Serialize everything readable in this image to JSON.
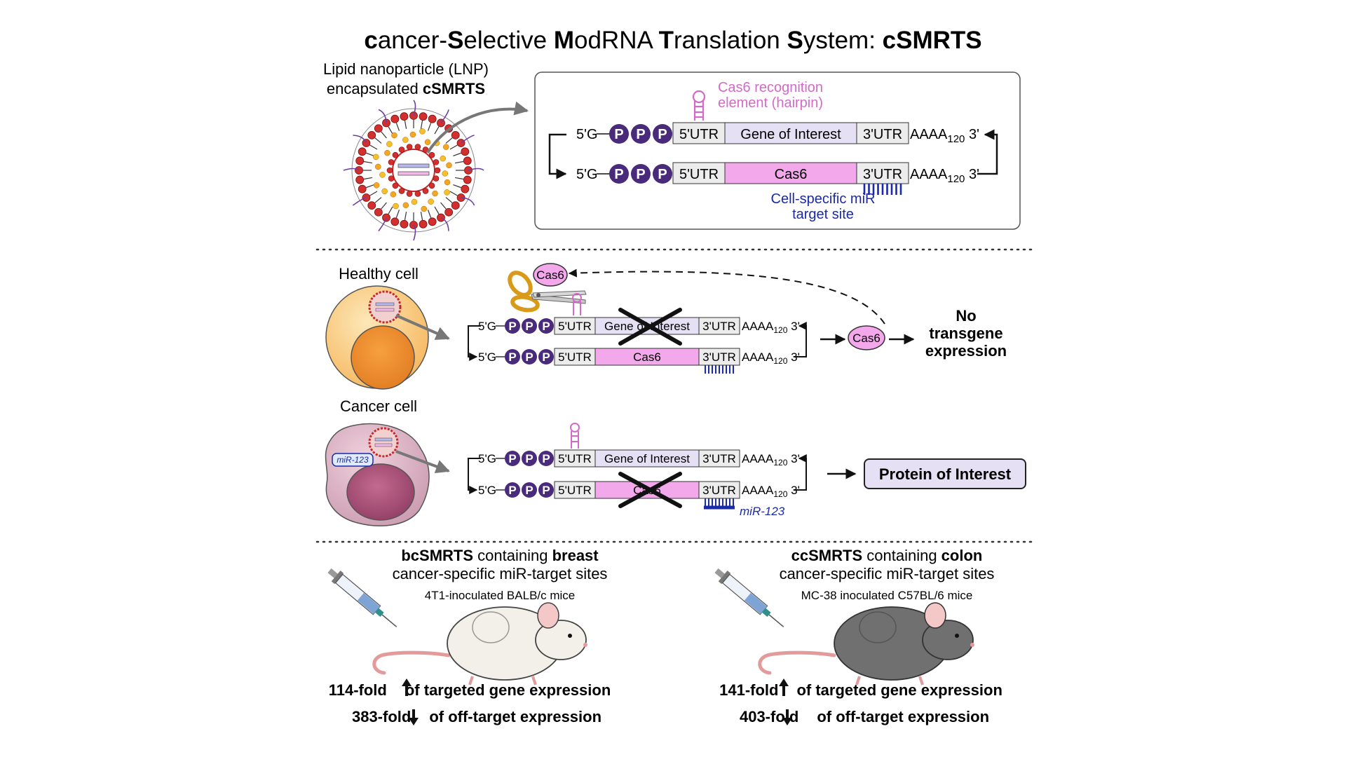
{
  "title": {
    "p1": "c",
    "p2": "ancer-",
    "p3": "S",
    "p4": "elective ",
    "p5": "M",
    "p6": "odRNA ",
    "p7": "T",
    "p8": "ranslation ",
    "p9": "S",
    "p10": "ystem: ",
    "p11": "cSMRTS"
  },
  "lnp": {
    "line1": "Lipid nanoparticle (LNP)",
    "line2_pre": "encapsulated ",
    "line2_bold": "cSMRTS"
  },
  "construct": {
    "hairpin_label_1": "Cas6 recognition",
    "hairpin_label_2": "element (hairpin)",
    "five_prime": "5'G",
    "p": "P",
    "utr5": "5'UTR",
    "utr3": "3'UTR",
    "gene_of_interest": "Gene of Interest",
    "cas6": "Cas6",
    "polyA": "AAAA",
    "polyA_sub": "120",
    "three_prime": "3'",
    "mir_label_1": "Cell-specific miR",
    "mir_label_2": "target site"
  },
  "healthy": {
    "label": "Healthy cell",
    "cas6_protein": "Cas6",
    "result_1": "No",
    "result_2": "transgene",
    "result_3": "expression"
  },
  "cancer": {
    "label": "Cancer cell",
    "mir_tag": "miR-123",
    "mir_label": "miR-123",
    "result": "Protein of Interest"
  },
  "breast": {
    "head_bold1": "bcSMRTS",
    "head_mid": " containing ",
    "head_bold2": "breast",
    "line2": "cancer-specific miR-target sites",
    "mice": "4T1-inoculated BALB/c mice",
    "fold_up_num": "114-fold",
    "fold_up_text": "of targeted gene expression",
    "fold_down_num": "383-fold",
    "fold_down_text": "of off-target expression"
  },
  "colon": {
    "head_bold1": "ccSMRTS",
    "head_mid": " containing ",
    "head_bold2": "colon",
    "line2": "cancer-specific miR-target sites",
    "mice": "MC-38 inoculated C57BL/6 mice",
    "fold_up_num": "141-fold",
    "fold_up_text": "of targeted gene expression",
    "fold_down_num": "403-fold",
    "fold_down_text": "of off-target expression"
  },
  "colors": {
    "phosphate": "#4a2a7a",
    "cas6_fill": "#f4a8ec",
    "goi_fill": "#e6e0f4",
    "utr_fill": "#ececec",
    "mir_blue": "#1a2aa8",
    "hairpin_pink": "#d46ac8"
  }
}
